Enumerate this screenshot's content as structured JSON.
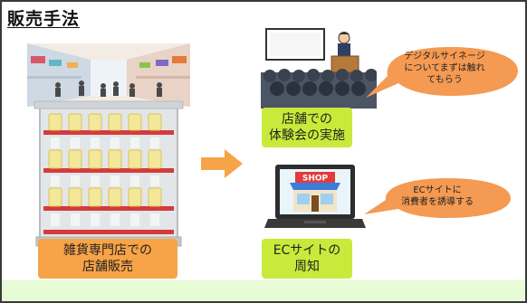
{
  "slide": {
    "title": "販売手法",
    "store_label": [
      "雑貨専門店での",
      "店舗販売"
    ],
    "experience_label": [
      "店舗での",
      "体験会の実施"
    ],
    "ec_label": [
      "ECサイトの",
      "周知"
    ],
    "signage_bubble": [
      "デジタルサイネージ",
      "についてまずは触れ",
      "てもらう"
    ],
    "ec_bubble": [
      "ECサイトに",
      "消費者を誘導する"
    ],
    "shop_sign": "SHOP"
  },
  "colors": {
    "store_label_bg": "#f7a347",
    "method_label_bg": "#c9ea3a",
    "arrow": "#f7a347",
    "bubble": "#f59a52",
    "bottom_band": "#e6fbd6"
  },
  "icons": [
    "store-shelf-icon",
    "arrow-right-icon",
    "presentation-seminar-icon",
    "laptop-shop-icon"
  ]
}
